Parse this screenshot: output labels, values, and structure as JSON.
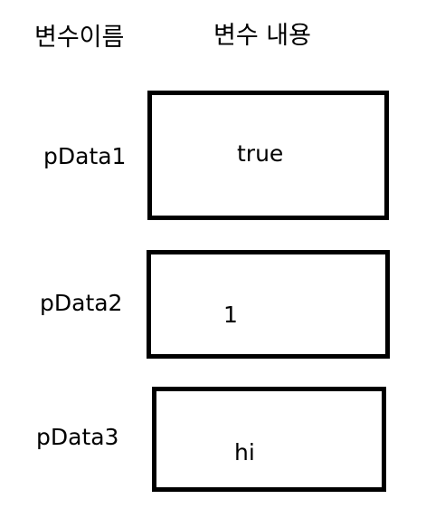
{
  "headers": {
    "name_label": "변수이름",
    "content_label": "변수 내용"
  },
  "variables": [
    {
      "name": "pData1",
      "value": "true"
    },
    {
      "name": "pData2",
      "value": "1"
    },
    {
      "name": "pData3",
      "value": "hi"
    }
  ]
}
